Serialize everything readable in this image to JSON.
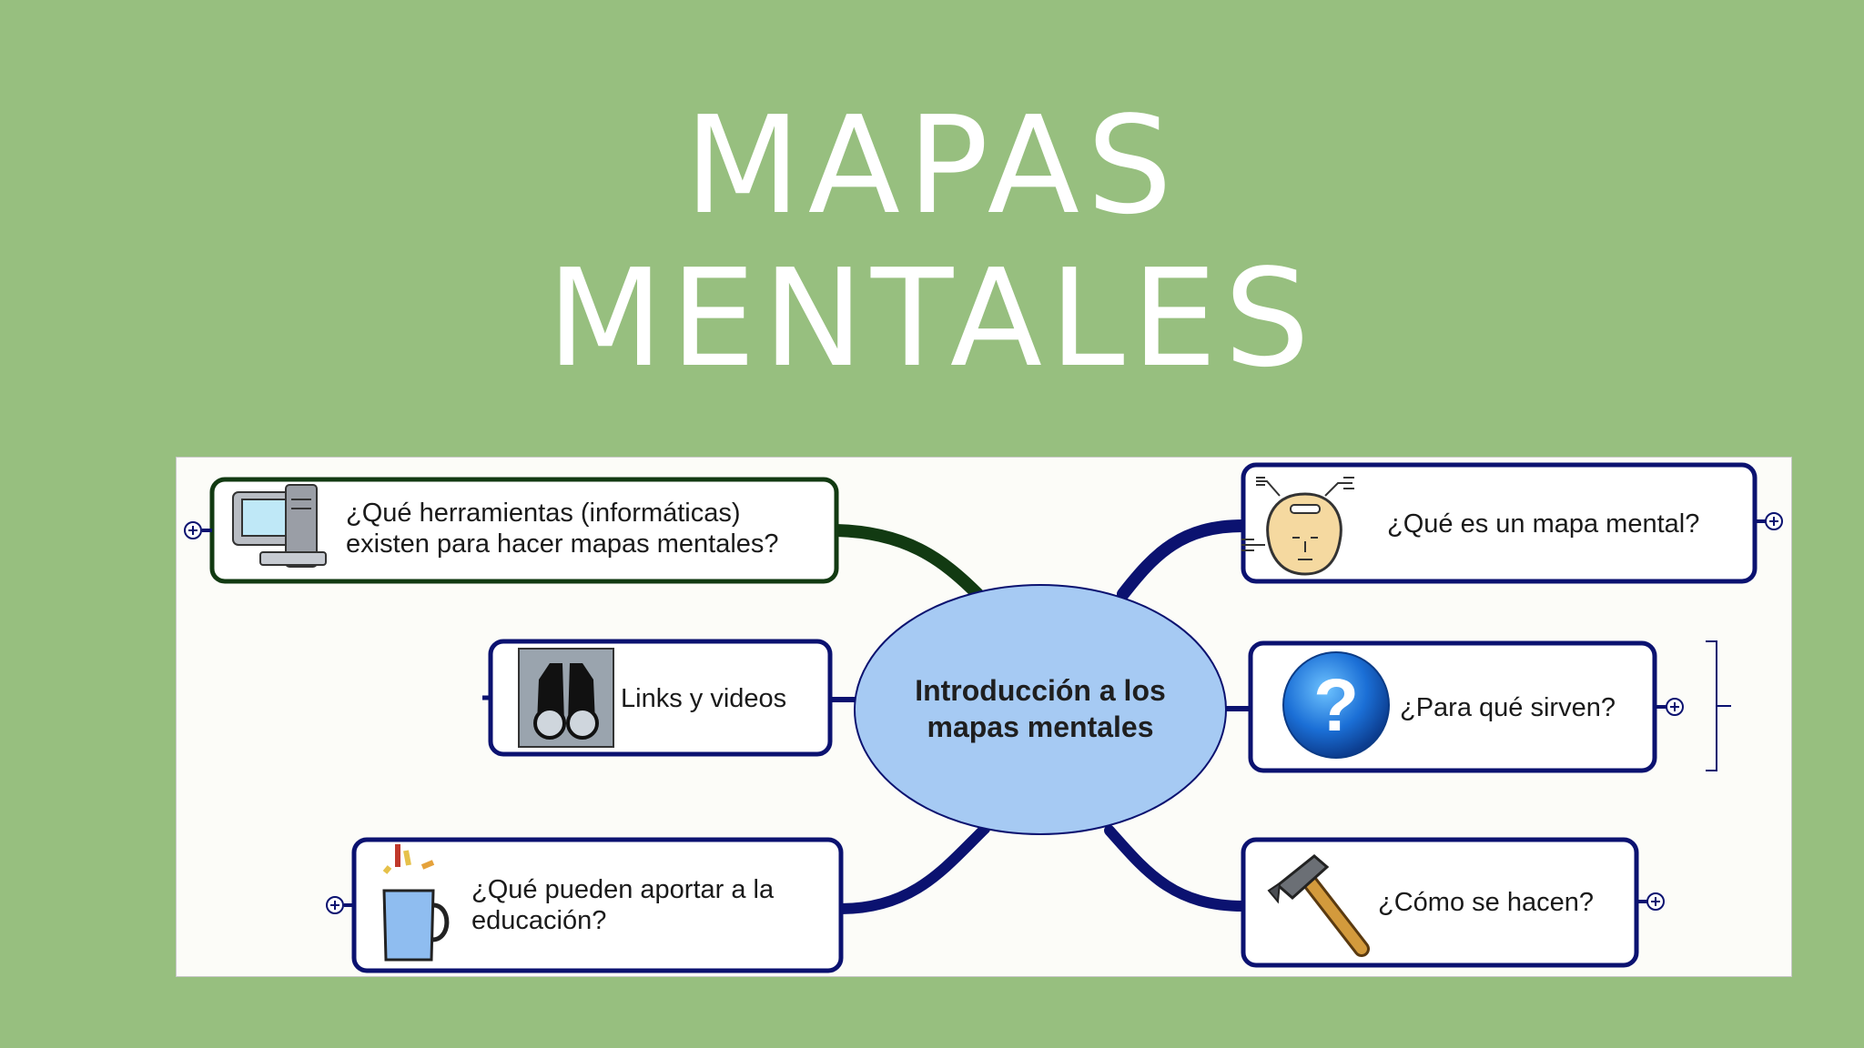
{
  "title": {
    "line1": "MAPAS",
    "line2": "MENTALES"
  },
  "colors": {
    "background": "#97bf7f",
    "branch_navy": "#0b1270",
    "branch_green": "#123a12",
    "center_fill": "#a6caf3",
    "title_text": "#ffffff"
  },
  "mindmap": {
    "center": "Introducción a los\nmapas mentales",
    "branches": {
      "tools": {
        "text": "¿Qué herramientas (informáticas)\nexisten para hacer mapas mentales?",
        "icon": "computer-icon"
      },
      "links": {
        "text": "Links y videos",
        "icon": "binoculars-icon"
      },
      "education": {
        "text": "¿Qué pueden aportar a la\neducación?",
        "icon": "pencil-cup-icon"
      },
      "what": {
        "text": "¿Qué es un mapa mental?",
        "icon": "head-icon"
      },
      "purpose": {
        "text": "¿Para qué sirven?",
        "icon": "question-icon"
      },
      "how": {
        "text": "¿Cómo se hacen?",
        "icon": "hammer-icon"
      }
    }
  }
}
